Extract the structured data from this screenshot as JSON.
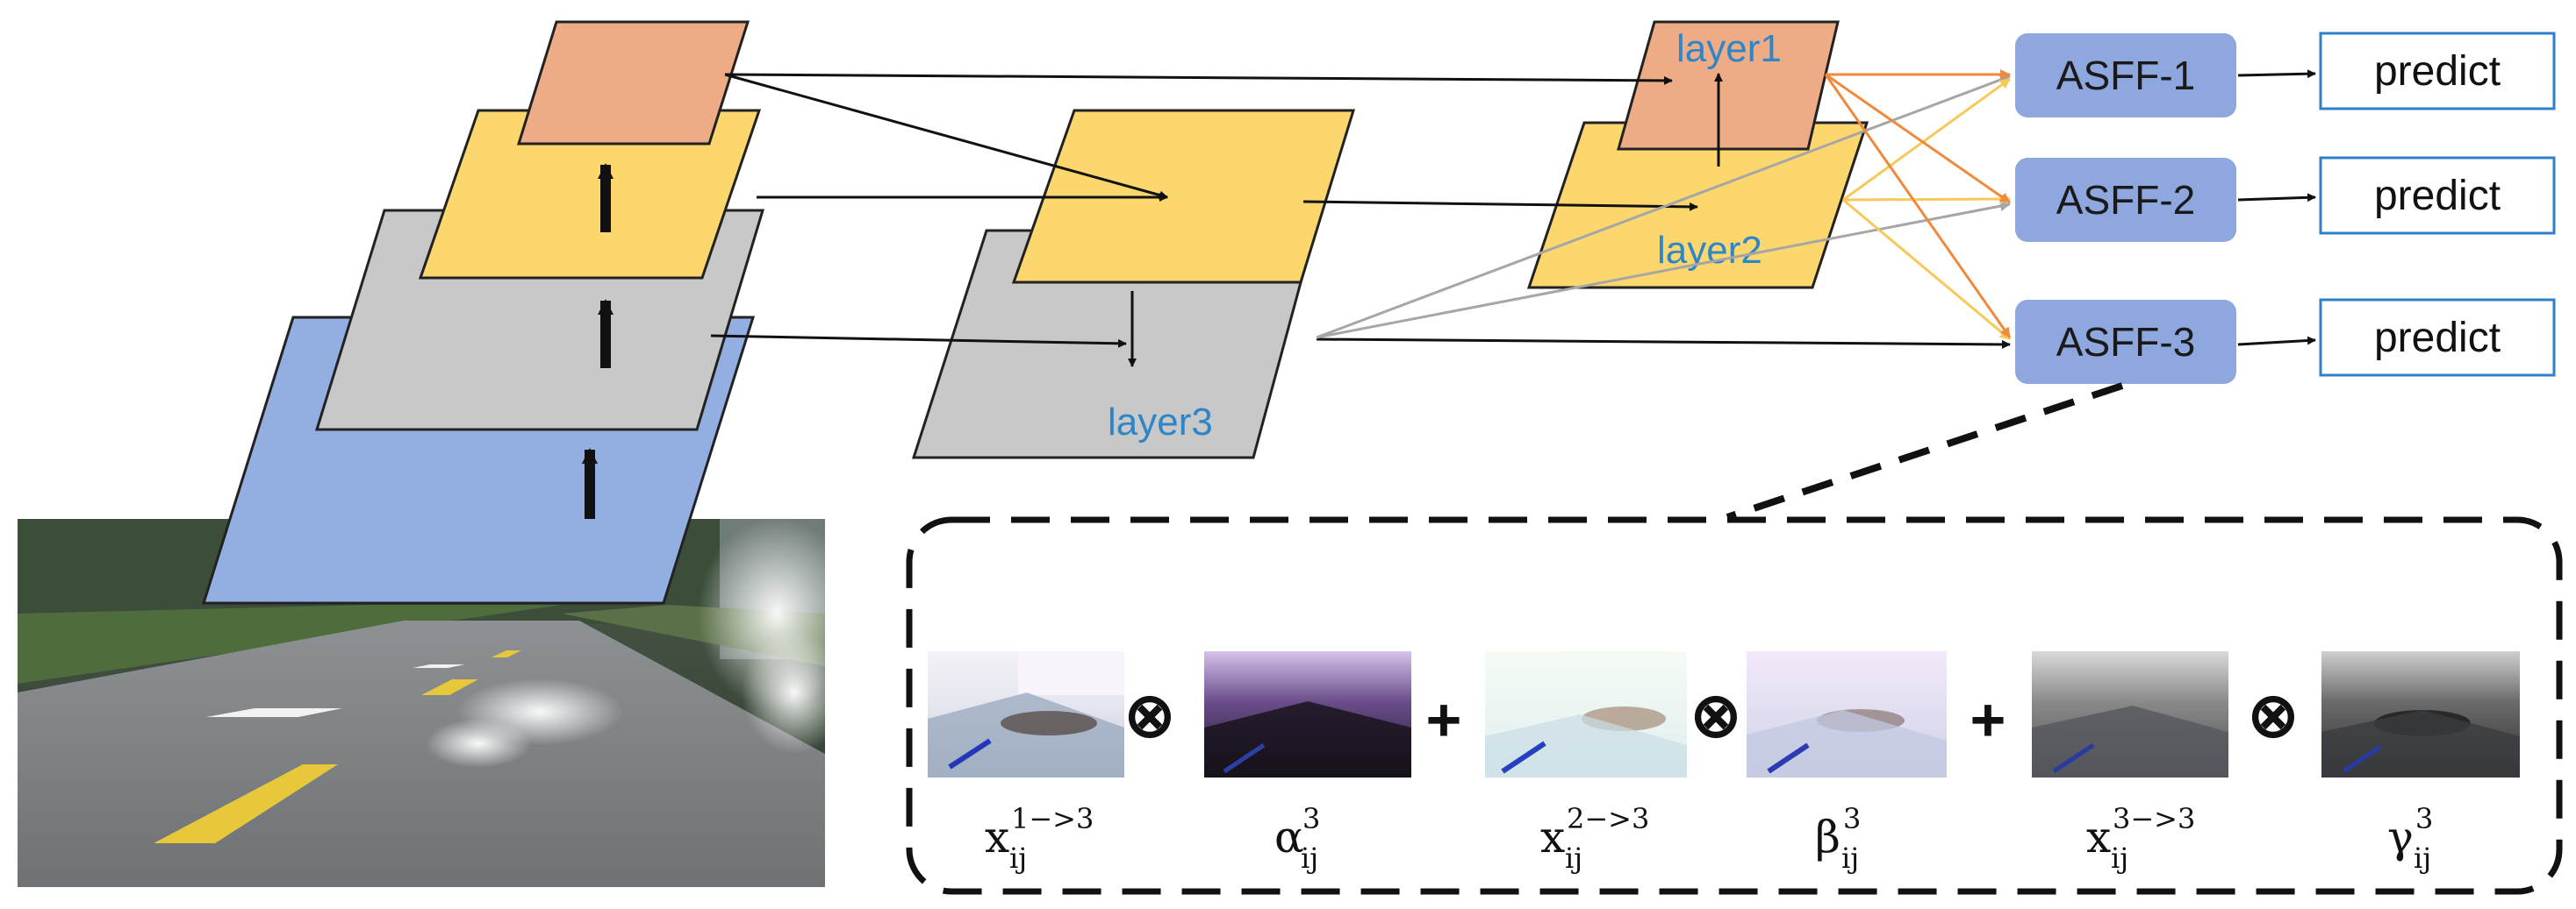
{
  "colors": {
    "orange_layer": "#eeac86",
    "yellow_layer": "#fbd76d",
    "gray_layer": "#c8c8c8",
    "blue_layer": "#93aee0",
    "asff_box": "#8ea8df",
    "predict_border": "#2f80c8",
    "label_blue": "#2e86c8",
    "arrow_orange": "#ef8a3c",
    "arrow_yellow": "#f7c95a",
    "arrow_gray": "#a6a6a6"
  },
  "layers": {
    "layer1": "layer1",
    "layer2": "layer2",
    "layer3": "layer3"
  },
  "asff": [
    "ASFF-1",
    "ASFF-2",
    "ASFF-3"
  ],
  "predict": [
    "predict",
    "predict",
    "predict"
  ],
  "fusion": {
    "operators": {
      "multiply": "⊗",
      "plus": "+"
    },
    "terms": [
      {
        "symbol": "x",
        "sup": "1−>3",
        "sub": "ij",
        "thumb": "bright-feature-map"
      },
      {
        "symbol": "α",
        "sup": "3",
        "sub": "ij",
        "thumb": "purple-weight-map"
      },
      {
        "symbol": "x",
        "sup": "2−>3",
        "sub": "ij",
        "thumb": "pale-feature-map"
      },
      {
        "symbol": "β",
        "sup": "3",
        "sub": "ij",
        "thumb": "lilac-weight-map"
      },
      {
        "symbol": "x",
        "sup": "3−>3",
        "sub": "ij",
        "thumb": "gray-feature-map"
      },
      {
        "symbol": "γ",
        "sup": "3",
        "sub": "ij",
        "thumb": "dark-weight-map"
      }
    ]
  }
}
